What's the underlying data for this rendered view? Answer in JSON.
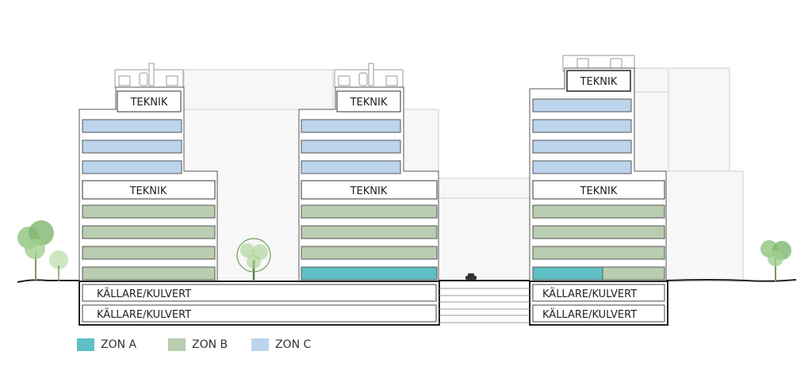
{
  "labels": {
    "teknik": "TEKNIK",
    "kallare": "KÄLLARE/KULVERT"
  },
  "legend": [
    {
      "label": "ZON A",
      "color": "#5ec0c4"
    },
    {
      "label": "ZON B",
      "color": "#b9cdb0"
    },
    {
      "label": "ZON C",
      "color": "#bcd4ec"
    }
  ]
}
